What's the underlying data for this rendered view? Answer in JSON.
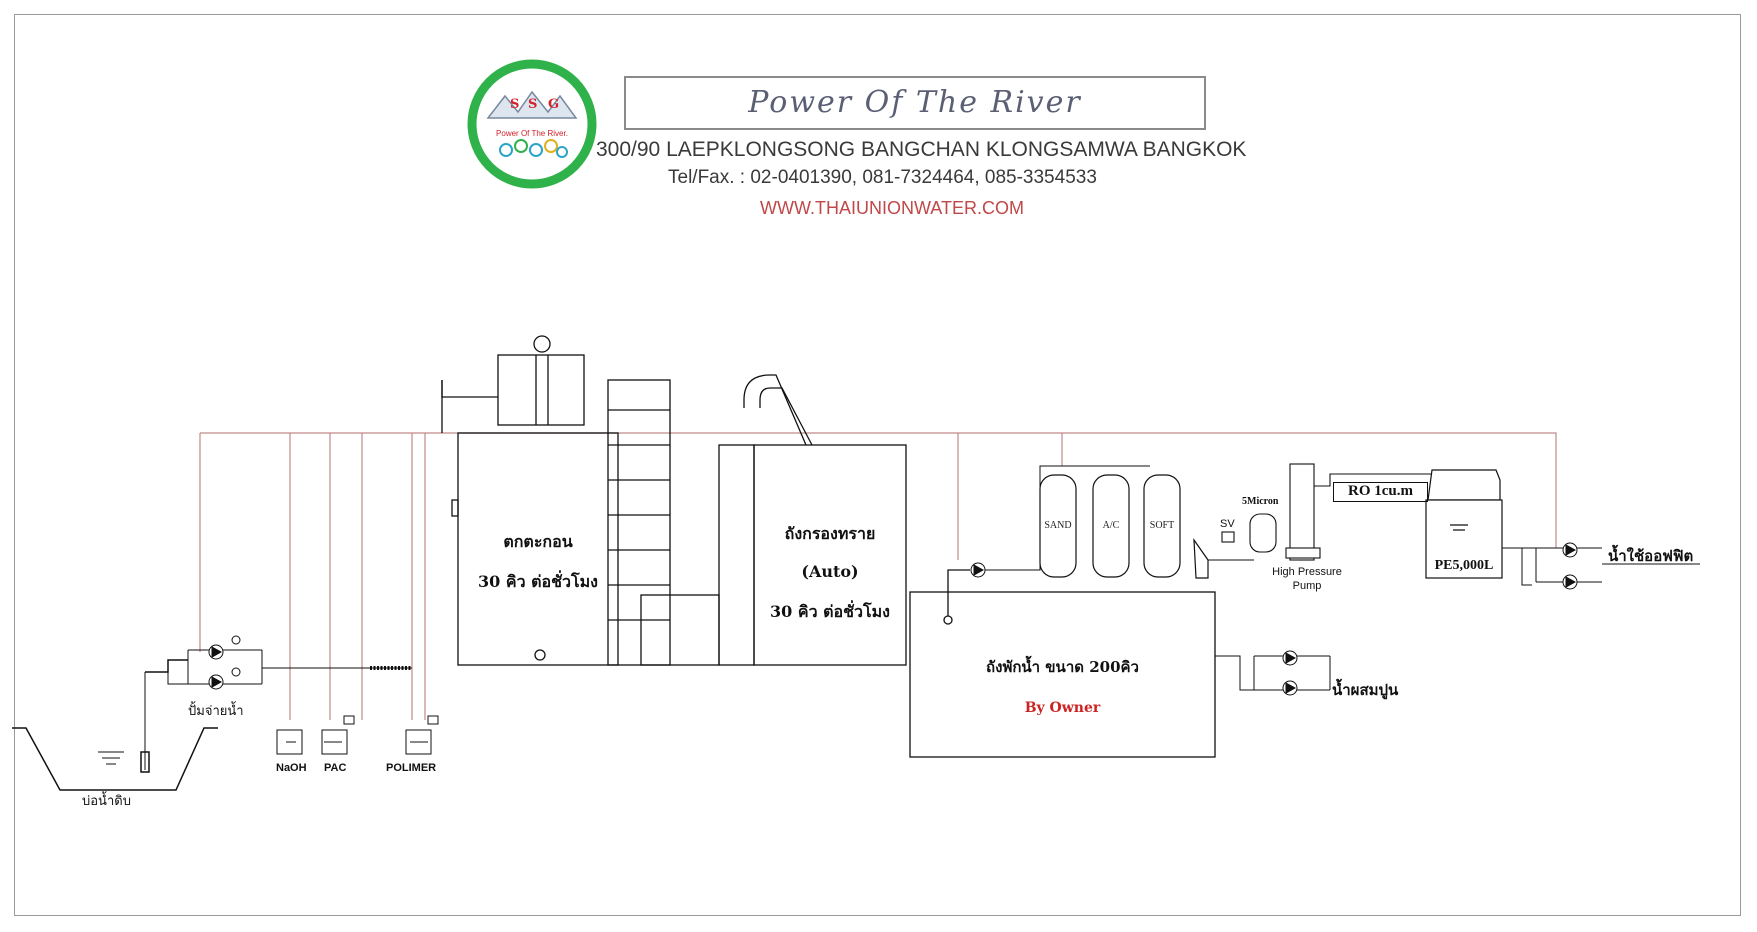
{
  "header": {
    "title": "Power Of The River",
    "address": "300/90 LAEPKLONGSONG BANGCHAN KLONGSAMWA BANGKOK",
    "telephone": "Tel/Fax. : 02-0401390, 081-7324464, 085-3354533",
    "website": "WWW.THAIUNIONWATER.COM"
  },
  "logo": {
    "letters": "S S G",
    "tagline": "Power Of The River."
  },
  "colors": {
    "logo_ring": "#2fb24a",
    "pipe_line": "#c08a8a",
    "website": "#c04848",
    "by_owner": "#cc2222"
  },
  "diagram": {
    "raw_pond": "บ่อน้ำดิบ",
    "supply_pump": "ปั้มจ่ายน้ำ",
    "chemicals": [
      "NaOH",
      "PAC",
      "POLIMER"
    ],
    "sedimentation": {
      "name": "ตกตะกอน",
      "capacity": "30 คิว ต่อชั่วโมง"
    },
    "sand_filter": {
      "name": "ถังกรองทราย",
      "mode": "(Auto)",
      "capacity": "30 คิว ต่อชั่วโมง"
    },
    "storage_tank": {
      "name": "ถังพักน้ำ ขนาด 200คิว",
      "owner": "By Owner"
    },
    "filters": [
      "SAND",
      "A/C",
      "SOFT"
    ],
    "sv_label": "SV",
    "micron_label": "5Micron",
    "hp_pump": "High Pressure Pump",
    "ro_label": "RO 1cu.m",
    "pe_tank": "PE5,000L",
    "office_water": "น้ำใช้ออฟฟิต",
    "mix_water": "น้ำผสมปูน"
  }
}
